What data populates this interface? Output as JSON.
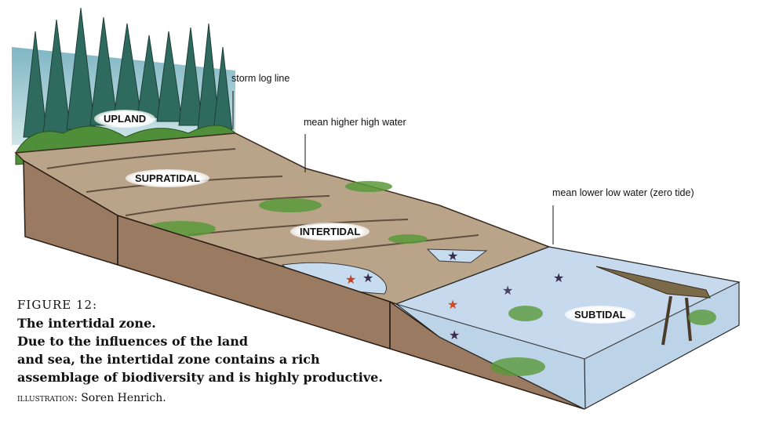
{
  "zones": {
    "upland": "UPLAND",
    "supratidal": "SUPRATIDAL",
    "intertidal": "INTERTIDAL",
    "subtidal": "SUBTIDAL"
  },
  "callouts": {
    "storm_log_line": "storm log line",
    "mean_higher_high_water": "mean higher high water",
    "mean_lower_low_water": "mean lower low water (zero tide)"
  },
  "caption": {
    "figure_label": "FIGURE 12:",
    "lines": [
      "The intertidal zone.",
      "Due to the influences of the land",
      "and sea, the intertidal zone contains a rich",
      "assemblage of biodiversity and is highly productive."
    ],
    "credit_label": "ILLUSTRATION:",
    "credit_name": "Soren Henrich."
  },
  "colors": {
    "soil_face": "#9b7a62",
    "land_top": "#b9a48a",
    "water": "#bcd3e8",
    "forest": "#2f6a5e",
    "vegetation": "#5a9a3a"
  }
}
